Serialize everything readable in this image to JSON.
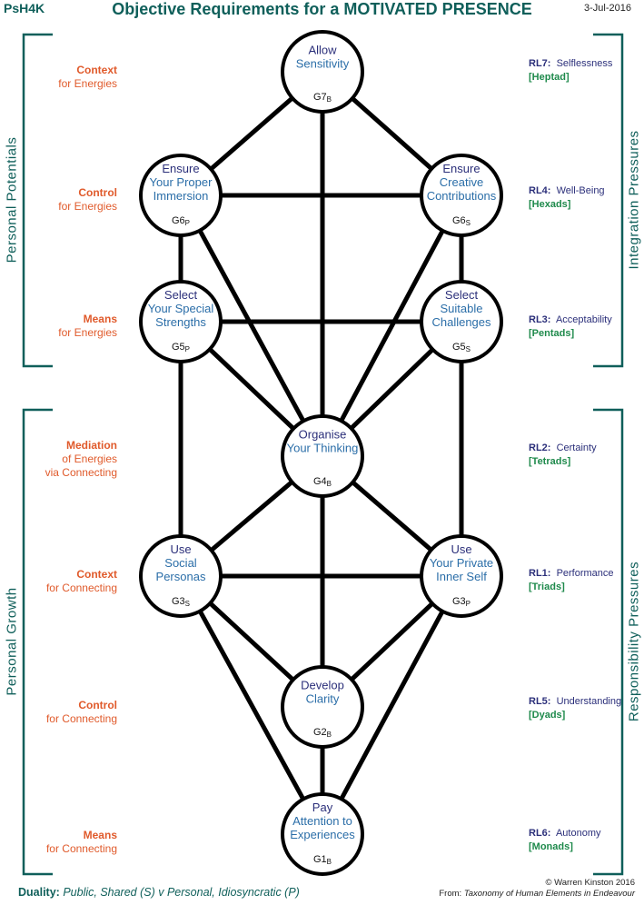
{
  "header": {
    "code": "PsH4K",
    "title": "Objective Requirements for a MOTIVATED PRESENCE",
    "date": "3-Jul-2016"
  },
  "colors": {
    "teal": "#0f5f5a",
    "orange": "#e05a2b",
    "navy": "#2b2f7a",
    "blue": "#2b6ea8",
    "green": "#1f8a4c"
  },
  "side_labels": {
    "left_top": "Personal  Potentials",
    "left_bottom": "Personal  Growth",
    "right_top": "Integration Pressures",
    "right_bottom": "Responsibility  Pressures"
  },
  "left_labels": [
    {
      "key": "Context",
      "rest": [
        "for Energies"
      ]
    },
    {
      "key": "Control",
      "rest": [
        "for Energies"
      ]
    },
    {
      "key": "Means",
      "rest": [
        "for Energies"
      ]
    },
    {
      "key": "Mediation",
      "rest": [
        "of Energies",
        "via Connecting"
      ]
    },
    {
      "key": "Context",
      "rest": [
        "for Connecting"
      ]
    },
    {
      "key": "Control",
      "rest": [
        "for Connecting"
      ]
    },
    {
      "key": "Means",
      "rest": [
        "for Connecting"
      ]
    }
  ],
  "right_labels": [
    {
      "rl": "RL7:",
      "text": "Selflessness",
      "group": "[Heptad]"
    },
    {
      "rl": "RL4:",
      "text": "Well-Being",
      "group": "[Hexads]"
    },
    {
      "rl": "RL3:",
      "text": "Acceptability",
      "group": "[Pentads]"
    },
    {
      "rl": "RL2:",
      "text": "Certainty",
      "group": "[Tetrads]"
    },
    {
      "rl": "RL1:",
      "text": "Performance",
      "group": "[Triads]"
    },
    {
      "rl": "RL5:",
      "text": "Understanding",
      "group": "[Dyads]"
    },
    {
      "rl": "RL6:",
      "text": "Autonomy",
      "group": "[Monads]"
    }
  ],
  "nodes": [
    {
      "id": "G7",
      "lines": [
        "Allow",
        "Sensitivity"
      ],
      "code": "G7",
      "sub": "B"
    },
    {
      "id": "G6P",
      "lines": [
        "Ensure",
        "Your Proper",
        "Immersion"
      ],
      "code": "G6",
      "sub": "P"
    },
    {
      "id": "G6S",
      "lines": [
        "Ensure",
        "Creative",
        "Contributions"
      ],
      "code": "G6",
      "sub": "S"
    },
    {
      "id": "G5P",
      "lines": [
        "Select",
        "Your Special",
        "Strengths"
      ],
      "code": "G5",
      "sub": "P"
    },
    {
      "id": "G5S",
      "lines": [
        "Select",
        "Suitable",
        "Challenges"
      ],
      "code": "G5",
      "sub": "S"
    },
    {
      "id": "G4",
      "lines": [
        "Organise",
        "Your Thinking"
      ],
      "code": "G4",
      "sub": "B"
    },
    {
      "id": "G3S",
      "lines": [
        "Use",
        "Social",
        "Personas"
      ],
      "code": "G3",
      "sub": "S"
    },
    {
      "id": "G3P",
      "lines": [
        "Use",
        "Your Private",
        "Inner Self"
      ],
      "code": "G3",
      "sub": "P"
    },
    {
      "id": "G2",
      "lines": [
        "Develop",
        "Clarity"
      ],
      "code": "G2",
      "sub": "B"
    },
    {
      "id": "G1",
      "lines": [
        "Pay",
        "Attention to",
        "Experiences"
      ],
      "code": "G1",
      "sub": "B"
    }
  ],
  "edges": [
    [
      "G7",
      "G6P"
    ],
    [
      "G7",
      "G6S"
    ],
    [
      "G7",
      "G4"
    ],
    [
      "G6P",
      "G6S"
    ],
    [
      "G6P",
      "G5P"
    ],
    [
      "G6P",
      "G4"
    ],
    [
      "G6S",
      "G5S"
    ],
    [
      "G6S",
      "G4"
    ],
    [
      "G5P",
      "G5S"
    ],
    [
      "G5P",
      "G4"
    ],
    [
      "G5P",
      "G3S"
    ],
    [
      "G5S",
      "G4"
    ],
    [
      "G5S",
      "G3P"
    ],
    [
      "G4",
      "G3S"
    ],
    [
      "G4",
      "G3P"
    ],
    [
      "G4",
      "G2"
    ],
    [
      "G3S",
      "G3P"
    ],
    [
      "G3S",
      "G2"
    ],
    [
      "G3S",
      "G1"
    ],
    [
      "G3P",
      "G2"
    ],
    [
      "G3P",
      "G1"
    ],
    [
      "G2",
      "G1"
    ]
  ],
  "footer": {
    "duality_key": "Duality:",
    "duality_value": "Public, Shared (S)  v  Personal, Idiosyncratic (P)",
    "copyright": "© Warren Kinston 2016",
    "from_prefix": "From:",
    "from_title": "Taxonomy of Human Elements in Endeavour"
  }
}
